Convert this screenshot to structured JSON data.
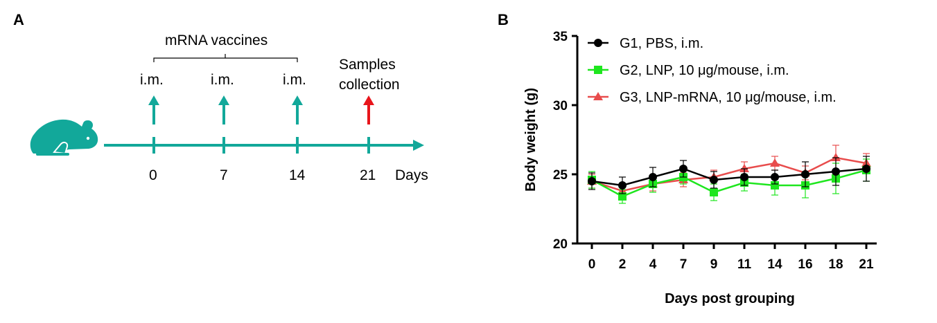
{
  "panel_a": {
    "label": "A",
    "vaccine_label": "mRNA vaccines",
    "route_labels": [
      "i.m.",
      "i.m.",
      "i.m."
    ],
    "samples_label_line1": "Samples",
    "samples_label_line2": "collection",
    "day_ticks": [
      "0",
      "7",
      "14",
      "21"
    ],
    "days_label": "Days",
    "colors": {
      "timeline": "#12A89A",
      "vaccine_arrow": "#12A89A",
      "sample_arrow": "#E8151B",
      "mouse": "#12A89A"
    },
    "icons": {
      "mouse": "mouse-icon"
    }
  },
  "panel_b": {
    "label": "B"
  },
  "chart_data": {
    "type": "line",
    "x": [
      0,
      2,
      4,
      7,
      9,
      11,
      14,
      16,
      18,
      21
    ],
    "categories": [
      "0",
      "2",
      "4",
      "7",
      "9",
      "11",
      "14",
      "16",
      "18",
      "21"
    ],
    "xlabel": "Days post grouping",
    "ylabel": "Body weight (g)",
    "ylim": [
      20,
      35
    ],
    "yticks": [
      "20",
      "25",
      "30",
      "35"
    ],
    "legend_position": "top",
    "grid": false,
    "series": [
      {
        "name": "G1, PBS, i.m.",
        "color": "#000000",
        "marker": "circle",
        "values": [
          24.5,
          24.2,
          24.8,
          25.4,
          24.6,
          24.8,
          24.8,
          25.0,
          25.2,
          25.4
        ],
        "errors": [
          0.6,
          0.6,
          0.7,
          0.6,
          0.6,
          0.6,
          0.5,
          0.9,
          1.0,
          0.9
        ]
      },
      {
        "name": "G2, LNP, 10 μg/mouse, i.m.",
        "color": "#1EE61E",
        "marker": "square",
        "values": [
          24.6,
          23.4,
          24.3,
          24.8,
          23.7,
          24.4,
          24.2,
          24.2,
          24.7,
          25.3
        ],
        "errors": [
          0.6,
          0.5,
          0.6,
          0.5,
          0.6,
          0.6,
          0.7,
          0.9,
          1.1,
          0.8
        ]
      },
      {
        "name": "G3, LNP-mRNA, 10 μg/mouse, i.m.",
        "color": "#E84C4C",
        "marker": "triangle",
        "values": [
          24.5,
          23.8,
          24.3,
          24.6,
          24.8,
          25.4,
          25.8,
          25.1,
          26.2,
          25.8
        ],
        "errors": [
          0.5,
          0.4,
          0.5,
          0.5,
          0.5,
          0.5,
          0.5,
          0.5,
          0.9,
          0.7
        ]
      }
    ]
  }
}
